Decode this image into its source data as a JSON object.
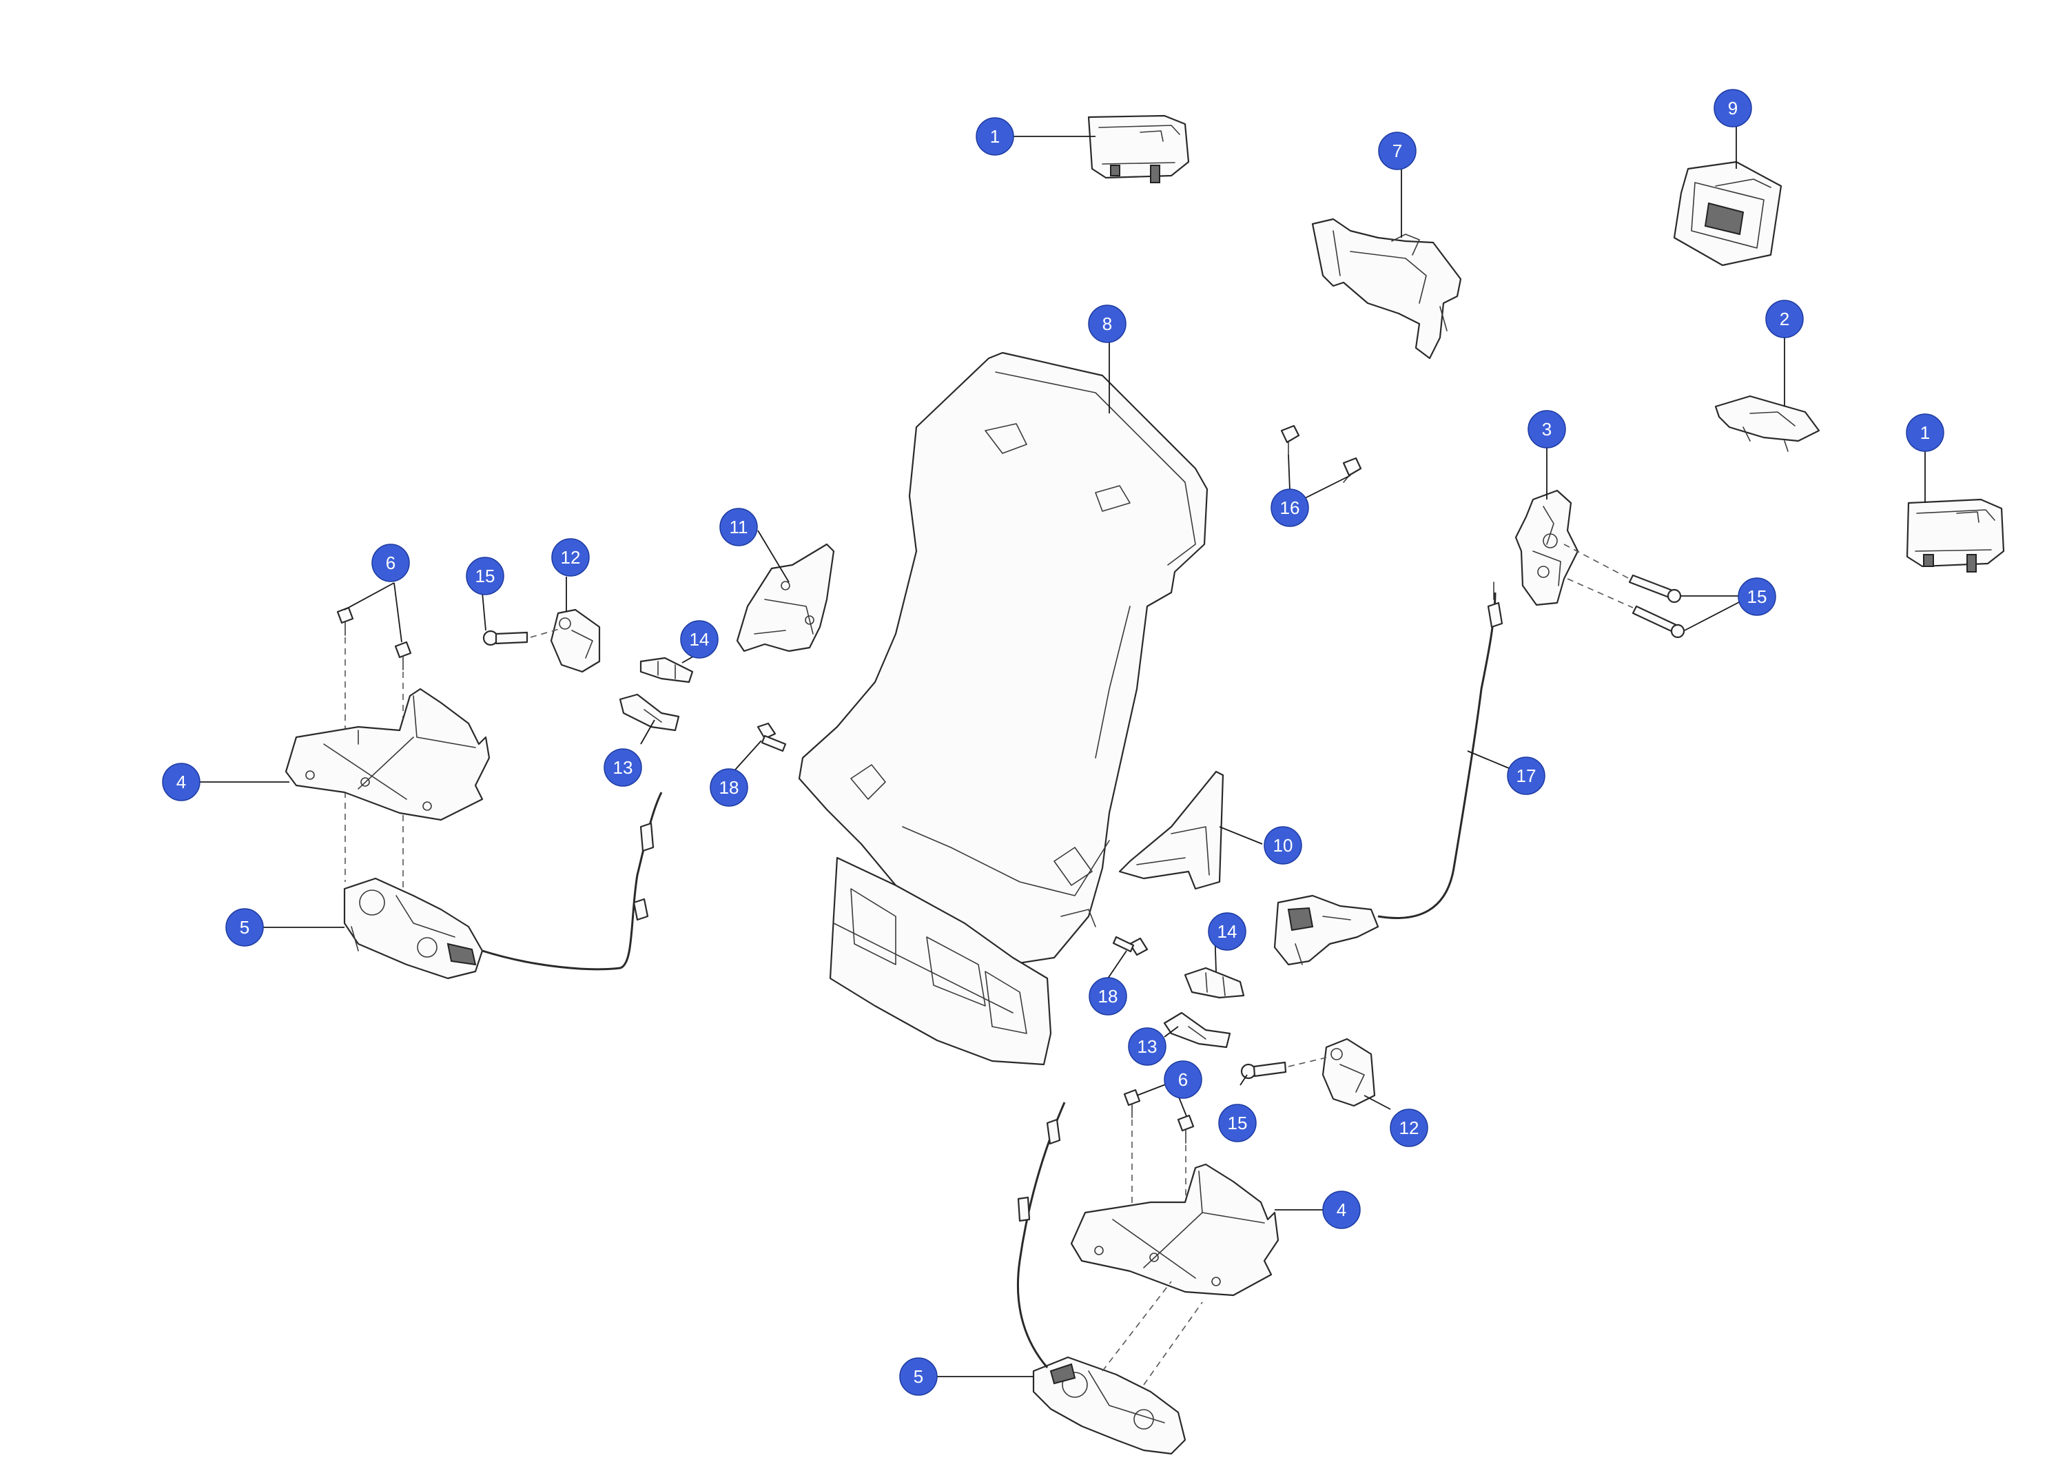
{
  "diagram": {
    "callouts": [
      {
        "id": "c1a",
        "label": "1"
      },
      {
        "id": "c1b",
        "label": "1"
      },
      {
        "id": "c2",
        "label": "2"
      },
      {
        "id": "c3",
        "label": "3"
      },
      {
        "id": "c4a",
        "label": "4"
      },
      {
        "id": "c4b",
        "label": "4"
      },
      {
        "id": "c5a",
        "label": "5"
      },
      {
        "id": "c5b",
        "label": "5"
      },
      {
        "id": "c6a",
        "label": "6"
      },
      {
        "id": "c6b",
        "label": "6"
      },
      {
        "id": "c7",
        "label": "7"
      },
      {
        "id": "c8",
        "label": "8"
      },
      {
        "id": "c9",
        "label": "9"
      },
      {
        "id": "c10",
        "label": "10"
      },
      {
        "id": "c11",
        "label": "11"
      },
      {
        "id": "c12a",
        "label": "12"
      },
      {
        "id": "c12b",
        "label": "12"
      },
      {
        "id": "c13a",
        "label": "13"
      },
      {
        "id": "c13b",
        "label": "13"
      },
      {
        "id": "c14a",
        "label": "14"
      },
      {
        "id": "c14b",
        "label": "14"
      },
      {
        "id": "c15a",
        "label": "15"
      },
      {
        "id": "c15b",
        "label": "15"
      },
      {
        "id": "c15c",
        "label": "15"
      },
      {
        "id": "c16",
        "label": "16"
      },
      {
        "id": "c17",
        "label": "17"
      },
      {
        "id": "c18a",
        "label": "18"
      },
      {
        "id": "c18b",
        "label": "18"
      }
    ],
    "colors": {
      "callout_fill": "#3b5ed8",
      "callout_text": "#ffffff",
      "line_art": "#2a2a2a",
      "background": "#ffffff"
    }
  }
}
